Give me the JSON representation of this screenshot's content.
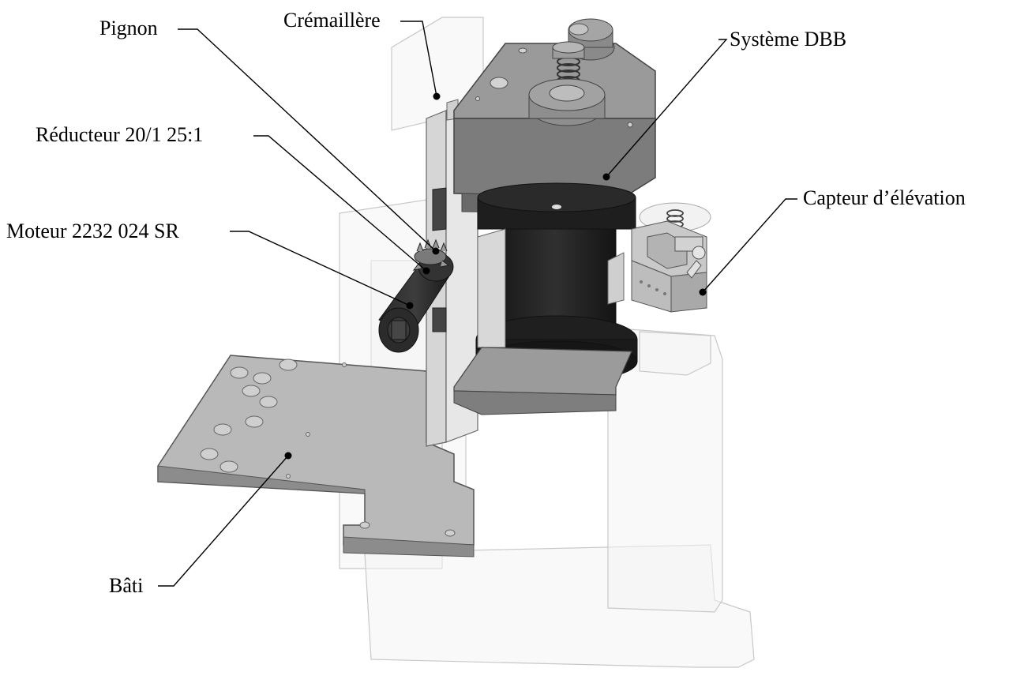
{
  "labels": {
    "pignon": "Pignon",
    "cremaillere": "Crémaillère",
    "systeme_dbb": "Système DBB",
    "reducteur": "Réducteur 20/1 25:1",
    "capteur": "Capteur d’élévation",
    "moteur": "Moteur 2232 024 SR",
    "bati": "Bâti"
  }
}
